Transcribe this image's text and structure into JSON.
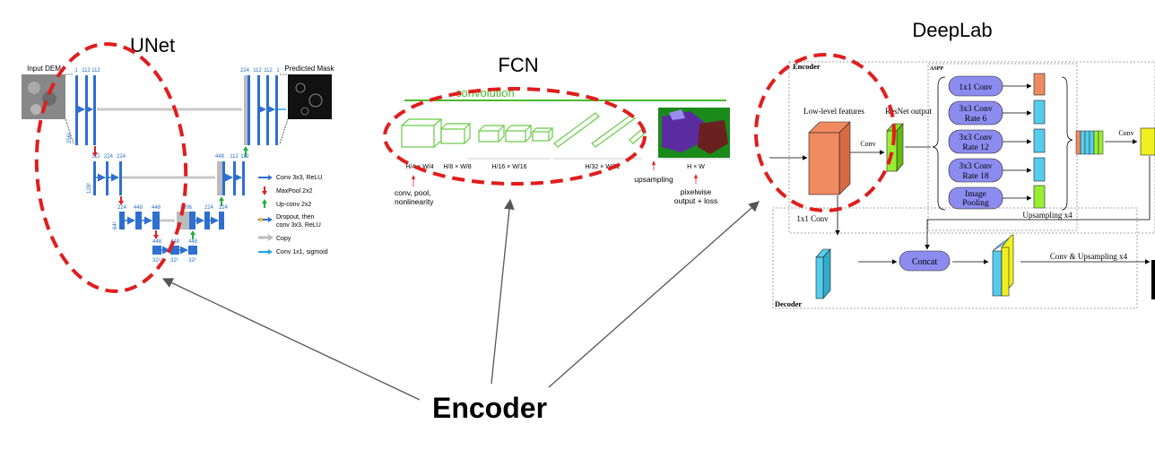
{
  "titles": {
    "unet": "UNet",
    "fcn": "FCN",
    "deeplab": "DeepLab",
    "encoder": "Encoder"
  },
  "unet": {
    "input_label": "Input DEM",
    "output_label": "Predicted Mask",
    "ch_top_left": [
      "1",
      "112",
      "112"
    ],
    "ch_top_right": [
      "224",
      "112",
      "112",
      "1"
    ],
    "ch_l2_left": [
      "112",
      "224",
      "224"
    ],
    "ch_l2_right": [
      "448",
      "112",
      "112"
    ],
    "ch_l3_left": [
      "224",
      "448",
      "448"
    ],
    "ch_l3_right": [
      "896",
      "224",
      "224"
    ],
    "ch_l4": [
      "448",
      "448",
      "448"
    ],
    "size_l1": "256²",
    "size_l2": "128²",
    "size_l3": "64²",
    "size_l4": "32²",
    "legend": [
      {
        "label": "Conv 3x3, ReLU",
        "color": "#2e6fd0"
      },
      {
        "label": "MaxPool 2x2",
        "color": "#e02020"
      },
      {
        "label": "Up-conv 2x2",
        "color": "#22b040"
      },
      {
        "label": "Dropout, then",
        "color": "#2e6fd0"
      },
      {
        "label": "conv 3x3, ReLU",
        "color": ""
      },
      {
        "label": "Copy",
        "color": "#bbbbbb"
      },
      {
        "label": "Conv 1x1, sigmoid",
        "color": "#1aa8e0"
      }
    ]
  },
  "fcn": {
    "band_label": "convolution",
    "dims": [
      "H/4 × W/4",
      "H/8 × W/8",
      "H/16 × W/16",
      "H/32 × W/32",
      "H × W"
    ],
    "note_left": [
      "conv, pool,",
      "nonlinearity"
    ],
    "note_up": "upsampling",
    "note_right": [
      "pixelwise",
      "output + loss"
    ]
  },
  "deeplab": {
    "encoder_label": "Encoder",
    "aspp_label": "ASPP",
    "low_level": "Low-level features",
    "resnet_output": "ResNet output",
    "conv": "Conv",
    "conv2": "Conv",
    "aspp_items": [
      {
        "lines": [
          "1x1 Conv"
        ]
      },
      {
        "lines": [
          "3x3 Conv",
          "Rate 6"
        ]
      },
      {
        "lines": [
          "3x3 Conv",
          "Rate 12"
        ]
      },
      {
        "lines": [
          "3x3 Conv",
          "Rate 18"
        ]
      },
      {
        "lines": [
          "Image",
          "Pooling"
        ]
      }
    ],
    "upsampling": "Upsampling x4",
    "conv1x1": "1x1 Conv",
    "concat": "Concat",
    "conv_upsampling": "Conv & Upsampling x4",
    "decoder_label": "Decoder"
  },
  "colors": {
    "annotation_red": "#e11d1d",
    "arrow_gray": "#555555",
    "fcn_green": "#4cb82c",
    "aspp_blue": "#8c8cf0"
  }
}
